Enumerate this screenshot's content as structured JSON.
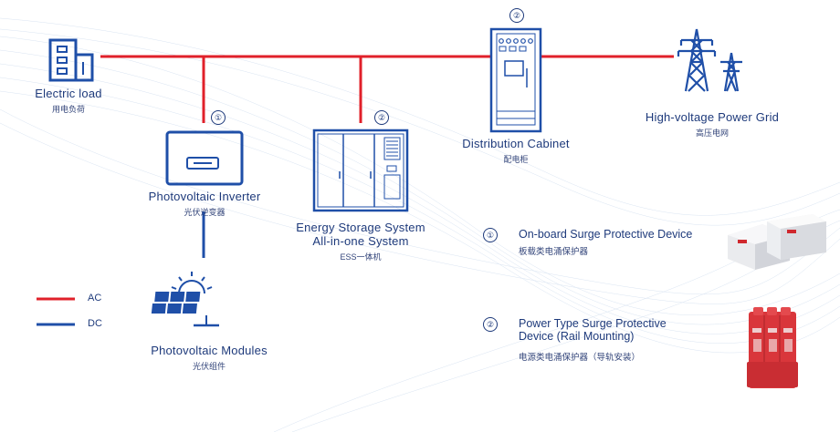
{
  "nodes": {
    "electric_load": {
      "en": "Electric load",
      "cn": "用电负荷"
    },
    "pv_inverter": {
      "en": "Photovoltaic Inverter",
      "cn": "光伏逆变器",
      "marker": "①"
    },
    "ess": {
      "en_line1": "Energy Storage System",
      "en_line2": "All-in-one  System",
      "cn": "ESS一体机",
      "marker": "②"
    },
    "distribution_cabinet": {
      "en": "Distribution Cabinet",
      "cn": "配电柜",
      "marker": "②"
    },
    "power_grid": {
      "en": "High-voltage Power Grid",
      "cn": "高压电网"
    },
    "pv_modules": {
      "en": "Photovoltaic Modules",
      "cn": "光伏组件"
    }
  },
  "legend": [
    {
      "label": "AC",
      "color": "#e0202a"
    },
    {
      "label": "DC",
      "color": "#1f4fa8"
    }
  ],
  "notes": [
    {
      "num": "①",
      "en_line1": "On-board Surge Protective Device",
      "en_line2": "",
      "cn": "板载类电涌保护器"
    },
    {
      "num": "②",
      "en_line1": "Power Type Surge Protective",
      "en_line2": "Device (Rail Mounting)",
      "cn": "电源类电涌保护器（导轨安装）"
    }
  ],
  "colors": {
    "ac": "#e0202a",
    "dc": "#1f4fa8",
    "icon": "#1f4fa8",
    "text": "#1e3a7b"
  }
}
